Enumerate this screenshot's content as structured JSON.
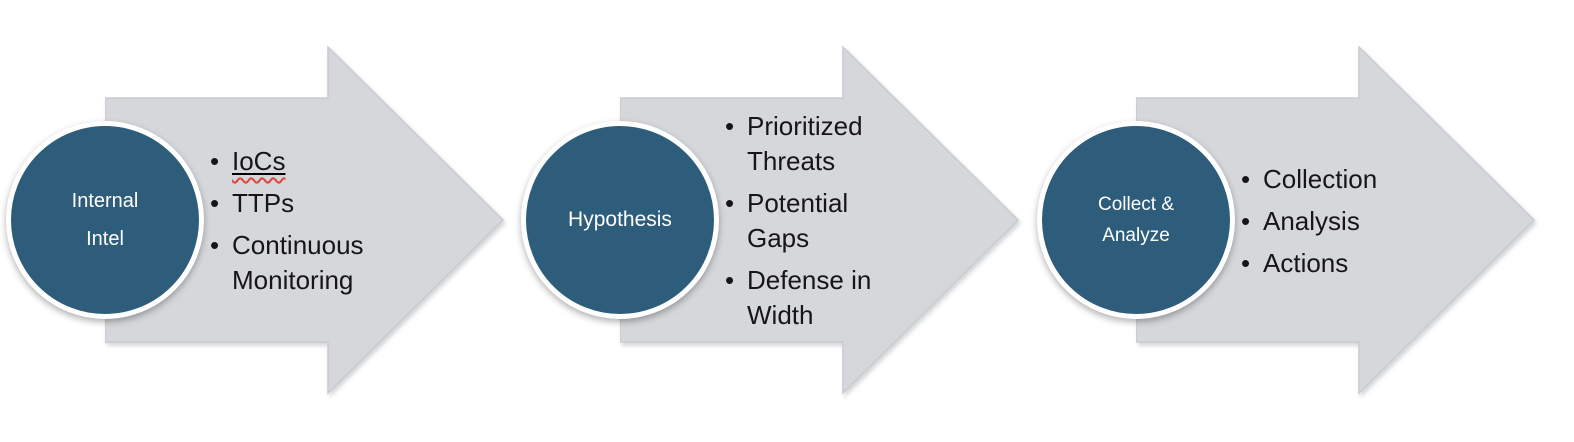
{
  "diagram": {
    "bullet_char": "•",
    "colors": {
      "circle_fill": "#2E5C7B",
      "circle_ring": "#FFFFFF",
      "arrow_fill": "#D5D7DA",
      "arrow_edge": "#C9CCD0",
      "bullet_text": "#161616",
      "circle_text": "#FFFFFF",
      "squiggle": "#E0443C",
      "page_bg": "#FFFFFF"
    },
    "stages": [
      {
        "circle_lines": [
          "Internal",
          "Intel"
        ],
        "bullets": [
          {
            "text": "IoCs",
            "underline": true,
            "spellcheck_squiggle": true
          },
          {
            "text": "TTPs",
            "underline": false,
            "spellcheck_squiggle": false
          },
          {
            "text": "Continuous Monitoring",
            "underline": false,
            "spellcheck_squiggle": false
          }
        ]
      },
      {
        "circle_lines": [
          "Hypothesis"
        ],
        "bullets": [
          {
            "text": "Prioritized Threats",
            "underline": false,
            "spellcheck_squiggle": false
          },
          {
            "text": "Potential Gaps",
            "underline": false,
            "spellcheck_squiggle": false
          },
          {
            "text": "Defense in Width",
            "underline": false,
            "spellcheck_squiggle": false
          }
        ]
      },
      {
        "circle_lines": [
          "Collect &",
          "Analyze"
        ],
        "bullets": [
          {
            "text": "Collection",
            "underline": false,
            "spellcheck_squiggle": false
          },
          {
            "text": "Analysis",
            "underline": false,
            "spellcheck_squiggle": false
          },
          {
            "text": "Actions",
            "underline": false,
            "spellcheck_squiggle": false
          }
        ]
      }
    ]
  }
}
